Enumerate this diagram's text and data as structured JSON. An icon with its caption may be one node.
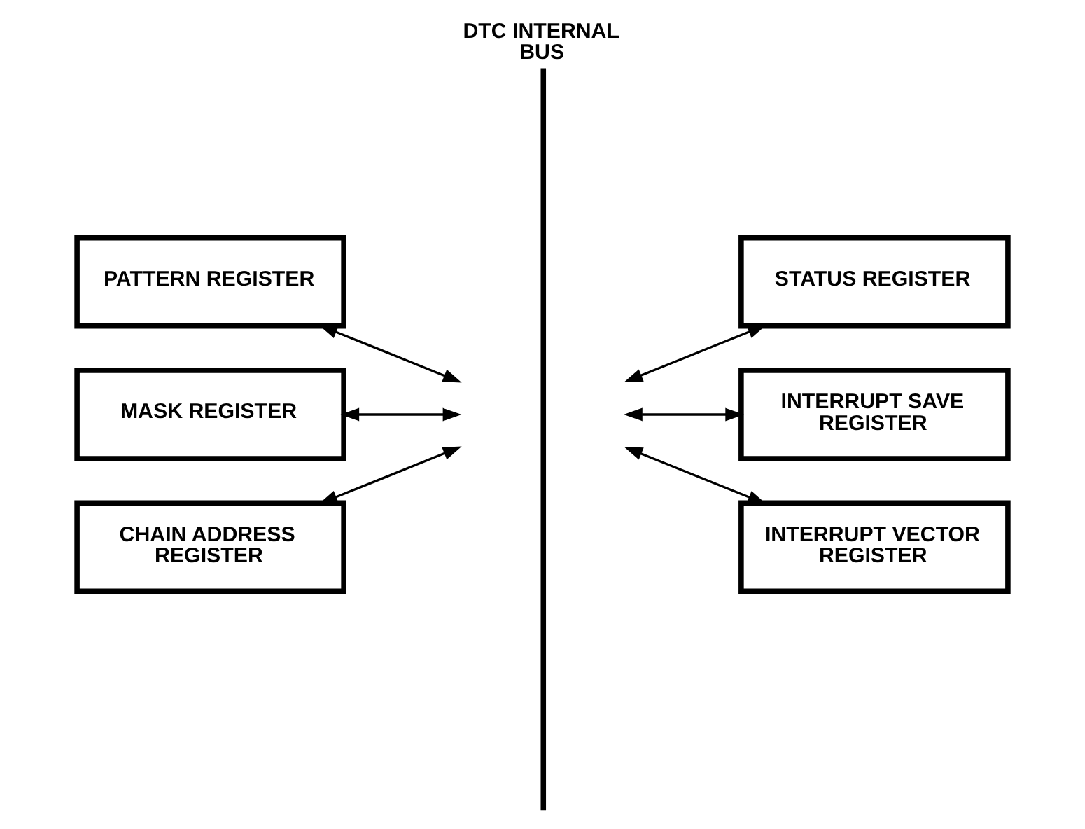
{
  "diagram": {
    "nodes": [
      {
        "text": [
          "DTC INTERNAL BUS"
        ]
      },
      {
        "text": [
          "PATTERN REGISTER"
        ]
      },
      {
        "text": [
          "STATUS REGISTER"
        ]
      },
      {
        "text": [
          "MASK REGISTER"
        ]
      },
      {
        "text": [
          "INTERRUPT SAVE REGISTER"
        ]
      },
      {
        "text": [
          "CHAIN ADDRESS REGISTER"
        ]
      },
      {
        "text": [
          "INTERRUPT VECTOR REGISTER"
        ]
      }
    ],
    "edges": [
      {
        "from": 1,
        "to": 0,
        "arrow": "both"
      },
      {
        "from": 0,
        "to": 2,
        "arrow": "both"
      },
      {
        "from": 3,
        "to": 0,
        "arrow": "both"
      },
      {
        "from": 0,
        "to": 4,
        "arrow": "both"
      },
      {
        "from": 5,
        "to": 0,
        "arrow": "both"
      },
      {
        "from": 0,
        "to": 6,
        "arrow": "both"
      }
    ]
  }
}
